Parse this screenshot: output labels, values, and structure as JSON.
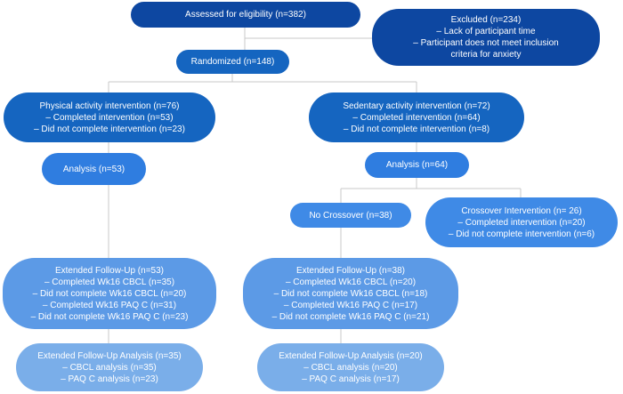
{
  "flowchart": {
    "assessed": {
      "title": "Assessed for eligibility (n=382)"
    },
    "excluded": {
      "title": "Excluded (n=234)",
      "lines": [
        "– Lack of participant time",
        "– Participant does not meet inclusion",
        "criteria for anxiety"
      ]
    },
    "randomized": {
      "title": "Randomized (n=148)"
    },
    "physical": {
      "title": "Physical activity intervention (n=76)",
      "lines": [
        "– Completed intervention (n=53)",
        "– Did not complete intervention (n=23)"
      ]
    },
    "sedentary": {
      "title": "Sedentary activity intervention (n=72)",
      "lines": [
        "– Completed intervention (n=64)",
        "– Did not complete intervention (n=8)"
      ]
    },
    "analysis_left": {
      "title": "Analysis (n=53)"
    },
    "analysis_right": {
      "title": "Analysis (n=64)"
    },
    "no_crossover": {
      "title": "No Crossover (n=38)"
    },
    "crossover": {
      "title": "Crossover Intervention (n= 26)",
      "lines": [
        "– Completed intervention (n=20)",
        "– Did not complete intervention (n=6)"
      ]
    },
    "followup_left": {
      "title": "Extended Follow-Up (n=53)",
      "lines": [
        "– Completed Wk16 CBCL (n=35)",
        "– Did not complete Wk16 CBCL (n=20)",
        "– Completed Wk16 PAQ C (n=31)",
        "– Did not complete Wk16 PAQ C (n=23)"
      ]
    },
    "followup_right": {
      "title": "Extended Follow-Up (n=38)",
      "lines": [
        "– Completed Wk16 CBCL (n=20)",
        "– Did not complete Wk16 CBCL (n=18)",
        "– Completed Wk16 PAQ C (n=17)",
        "– Did not complete Wk16 PAQ C (n=21)"
      ]
    },
    "fu_analysis_left": {
      "title": "Extended Follow-Up Analysis (n=35)",
      "lines": [
        "– CBCL analysis (n=35)",
        "– PAQ C analysis (n=23)"
      ]
    },
    "fu_analysis_right": {
      "title": "Extended Follow-Up Analysis (n=20)",
      "lines": [
        "– CBCL analysis (n=20)",
        "– PAQ C analysis (n=17)"
      ]
    }
  },
  "colors": {
    "level1": "#0d47a1",
    "level2": "#1565c0",
    "level3": "#2f7de0",
    "level4": "#3f8ae6",
    "level5": "#5c9ae6",
    "level6": "#7aaee9",
    "connector": "#c8c8c8"
  }
}
